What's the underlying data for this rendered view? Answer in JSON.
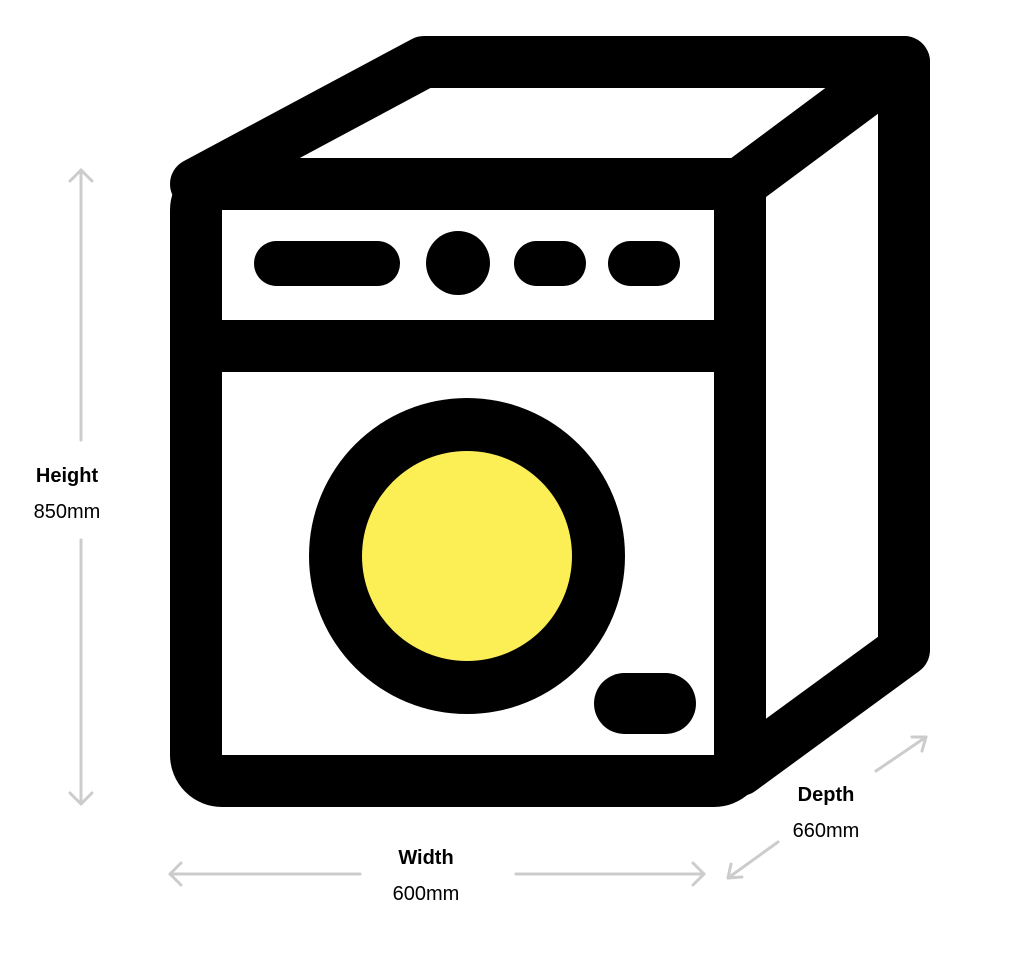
{
  "colors": {
    "outline": "#000000",
    "fill": "#ffffff",
    "drum": "#fcee55",
    "arrow": "#cccccc"
  },
  "icon": "washing-machine-icon",
  "dimensions": {
    "height": {
      "label": "Height",
      "value": "850mm"
    },
    "width": {
      "label": "Width",
      "value": "600mm"
    },
    "depth": {
      "label": "Depth",
      "value": "660mm"
    }
  }
}
